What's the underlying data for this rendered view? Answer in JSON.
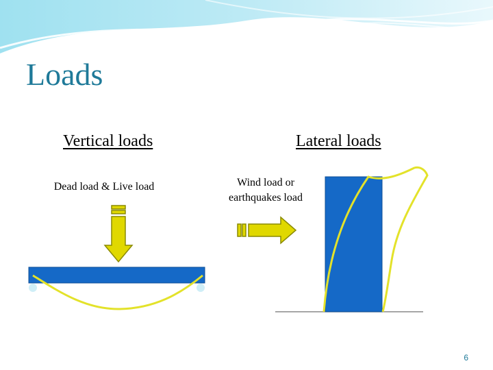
{
  "slide": {
    "title": "Loads",
    "page_number": "6"
  },
  "left": {
    "heading": "Vertical loads",
    "label": "Dead load & Live load"
  },
  "right": {
    "heading": "Lateral loads",
    "label_line1": "Wind load or",
    "label_line2": "earthquakes load"
  },
  "colors": {
    "title": "#1f7a99",
    "beam": "#1569c7",
    "deflection": "#e3e22a",
    "arrow_fill": "#e0d800",
    "arrow_stroke": "#8a8a00",
    "support": "#cfeef7"
  }
}
